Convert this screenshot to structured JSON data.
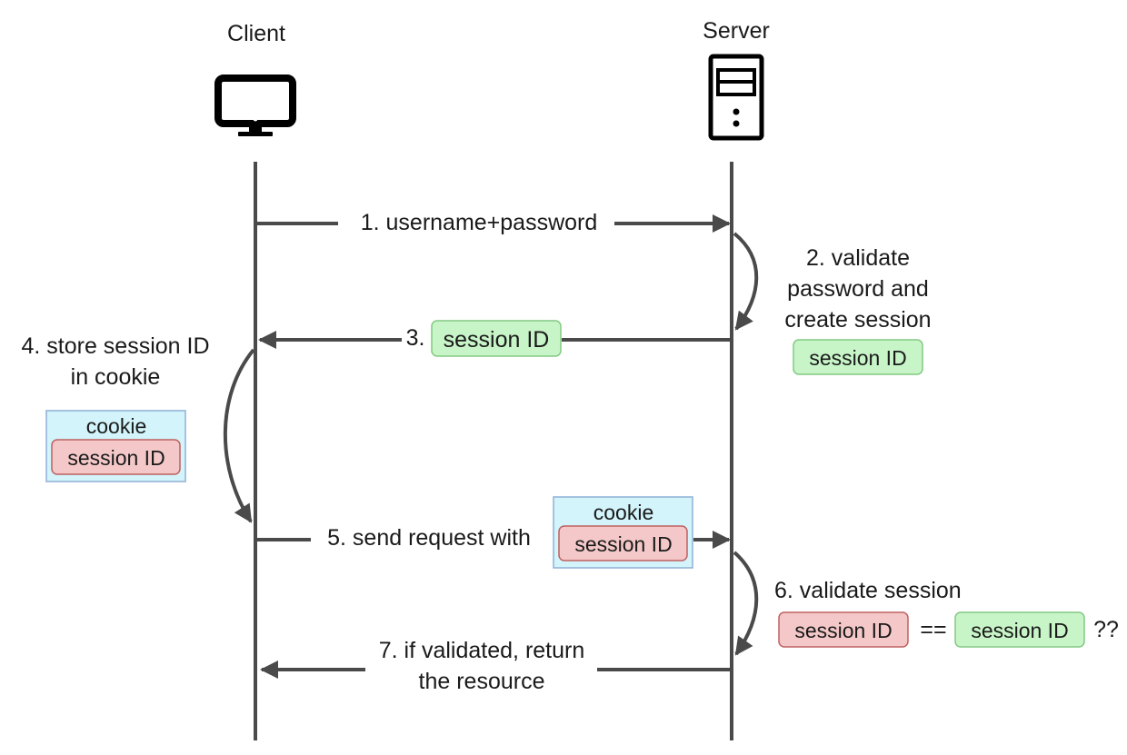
{
  "actors": {
    "client": "Client",
    "server": "Server"
  },
  "steps": {
    "s1": "1. username+password",
    "s2": [
      "2. validate",
      "password and",
      "create session"
    ],
    "s3": "3.",
    "s4": [
      "4. store session ID",
      "in cookie"
    ],
    "s5": "5. send request with",
    "s6": "6. validate session",
    "s6_eq": "==",
    "s6_q": "??",
    "s7": [
      "7. if validated, return",
      "the resource"
    ]
  },
  "tags": {
    "session_id": "session ID",
    "cookie": "cookie"
  },
  "icons": {
    "client": "monitor-icon",
    "server": "server-tower-icon"
  },
  "colors": {
    "line": "#4a4a4a",
    "green_fill": "#c8f5c8",
    "green_stroke": "#82c982",
    "red_fill": "#f4c8c8",
    "red_stroke": "#c06060",
    "cookie_fill": "#d2f4fa",
    "cookie_stroke": "#8fb0d6"
  }
}
